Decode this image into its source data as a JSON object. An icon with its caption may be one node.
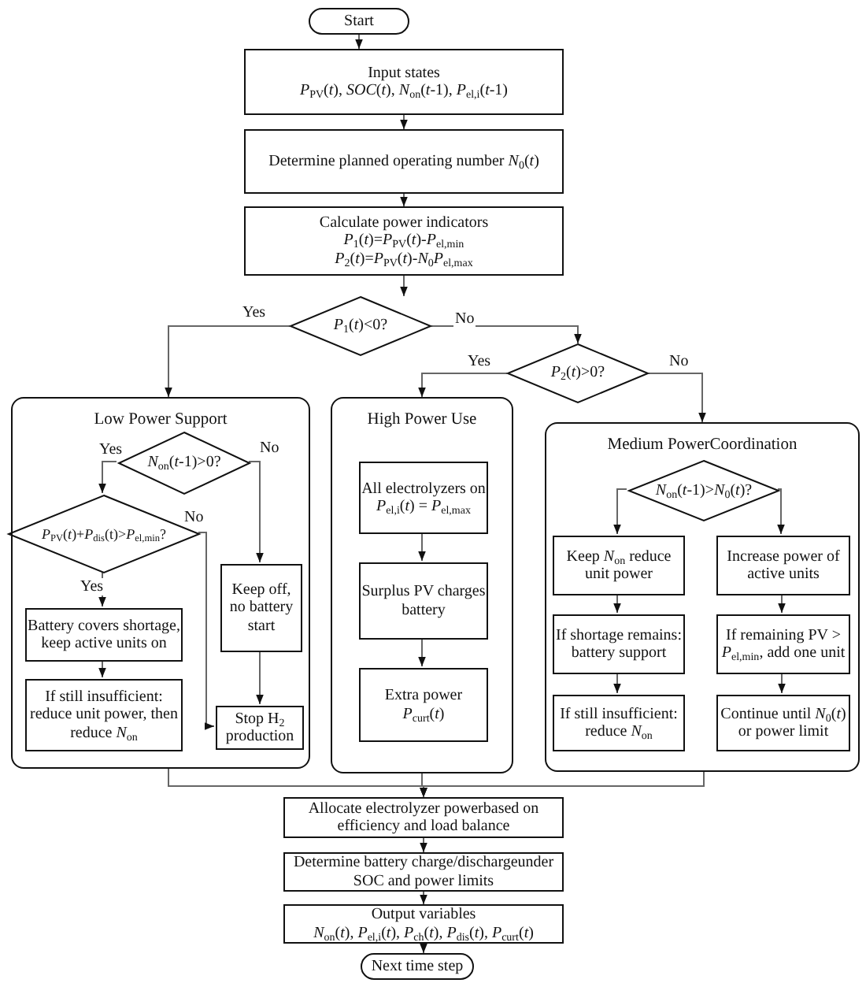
{
  "diagram": {
    "nodes": [
      {
        "text": [
          "Start"
        ]
      },
      {
        "text": [
          "Input states",
          "*P*$_{PV}$(*t*), *SOC*(*t*), *N*$_{on}$(*t*-1), *P*$_{el,i}$(*t*-1)"
        ]
      },
      {
        "text": [
          "Determine planned operating number *N*$_{0}$(*t*)"
        ]
      },
      {
        "text": [
          "Calculate power indicators",
          "*P*$_{1}$(*t*)=*P*$_{PV}$(*t*)-*P*$_{el,min}$",
          "*P*$_{2}$(*t*)=*P*$_{PV}$(*t*)-*N*$_{0}$*P*$_{el,max}$"
        ]
      },
      {
        "text": [
          "*P*$_{1}$(*t*)<0?"
        ]
      },
      {
        "text": [
          "*P*$_{2}$(*t*)>0?"
        ]
      },
      {
        "text": [
          "Low Power Support"
        ]
      },
      {
        "text": [
          "*N*$_{on}$(*t*-1)>0?"
        ],
        "in": 6
      },
      {
        "text": [
          "*P*$_{PV}$(*t*)+*P*$_{dis}$(t)>*P*$_{el,min}$?"
        ],
        "in": 6
      },
      {
        "text": [
          "Keep off, no battery start"
        ],
        "in": 6
      },
      {
        "text": [
          "Battery covers shortage, keep active units on"
        ],
        "in": 6
      },
      {
        "text": [
          "If still insufficient: reduce unit power, then reduce *N*$_{on}$"
        ],
        "in": 6
      },
      {
        "text": [
          "Stop H$_{2}$ production"
        ],
        "in": 6
      },
      {
        "text": [
          "High Power Use"
        ]
      },
      {
        "text": [
          "All electrolyzers on",
          "*P*$_{el,i}$(*t*) = *P*$_{el,max}$"
        ],
        "in": 13
      },
      {
        "text": [
          "Surplus PV charges battery"
        ],
        "in": 13
      },
      {
        "text": [
          "Extra power",
          "*P*$_{curt}$(*t*)"
        ],
        "in": 13
      },
      {
        "text": [
          "Medium PowerCoordination"
        ]
      },
      {
        "text": [
          "*N*$_{on}$(*t*-1)>*N*$_{0}$(*t*)?"
        ],
        "in": 17
      },
      {
        "text": [
          "Keep *N*$_{on}$ reduce unit power"
        ],
        "in": 17
      },
      {
        "text": [
          "Increase power of active units"
        ],
        "in": 17
      },
      {
        "text": [
          "If shortage remains: battery support"
        ],
        "in": 17
      },
      {
        "text": [
          "If remaining PV > *P*$_{el,min}$, add one unit"
        ],
        "in": 17
      },
      {
        "text": [
          "If still insufficient: reduce *N*$_{on}$"
        ],
        "in": 17
      },
      {
        "text": [
          "Continue until *N*$_{0}$(*t*) or power limit"
        ],
        "in": 17
      },
      {
        "text": [
          "Allocate electrolyzer powerbased on efficiency and load balance"
        ]
      },
      {
        "text": [
          "Determine battery charge/dischargeunder SOC and power limits"
        ]
      },
      {
        "text": [
          "Output variables",
          "*N*$_{on}$(*t*), *P*$_{el,i}$(*t*), *P*$_{ch}$(*t*), *P*$_{dis}$(*t*), *P*$_{curt}$(*t*)"
        ]
      },
      {
        "text": [
          "Next time step"
        ]
      }
    ],
    "edges": [
      {
        "from": 0,
        "to": 1,
        "arrow": "to"
      },
      {
        "from": 1,
        "to": 2,
        "arrow": "to"
      },
      {
        "from": 2,
        "to": 3,
        "arrow": "to"
      },
      {
        "from": 3,
        "to": 4,
        "arrow": "to"
      },
      {
        "from": 4,
        "to": 6,
        "arrow": "to",
        "label": "Yes"
      },
      {
        "from": 4,
        "to": 5,
        "arrow": "to",
        "label": "No"
      },
      {
        "from": 5,
        "to": 13,
        "arrow": "to",
        "label": "Yes"
      },
      {
        "from": 5,
        "to": 17,
        "arrow": "to",
        "label": "No"
      },
      {
        "from": 7,
        "to": 8,
        "arrow": "to",
        "label": "Yes"
      },
      {
        "from": 7,
        "to": 9,
        "arrow": "to",
        "label": "No"
      },
      {
        "from": 8,
        "to": 10,
        "arrow": "to",
        "label": "Yes"
      },
      {
        "from": 8,
        "to": 12,
        "arrow": "to",
        "label": "No"
      },
      {
        "from": 9,
        "to": 12,
        "arrow": "to"
      },
      {
        "from": 10,
        "to": 11,
        "arrow": "to"
      },
      {
        "from": 14,
        "to": 15,
        "arrow": "to"
      },
      {
        "from": 15,
        "to": 16,
        "arrow": "to"
      },
      {
        "from": 18,
        "to": 19,
        "arrow": "to"
      },
      {
        "from": 18,
        "to": 20,
        "arrow": "to"
      },
      {
        "from": 19,
        "to": 21,
        "arrow": "to"
      },
      {
        "from": 21,
        "to": 23,
        "arrow": "to"
      },
      {
        "from": 20,
        "to": 22,
        "arrow": "to"
      },
      {
        "from": 22,
        "to": 24,
        "arrow": "to"
      },
      {
        "from": 6,
        "to": 25,
        "arrow": "to"
      },
      {
        "from": 13,
        "to": 25,
        "arrow": "to"
      },
      {
        "from": 17,
        "to": 25,
        "arrow": "to"
      },
      {
        "from": 25,
        "to": 26,
        "arrow": "to"
      },
      {
        "from": 26,
        "to": 27,
        "arrow": "to"
      },
      {
        "from": 27,
        "to": 28,
        "arrow": "to"
      }
    ]
  }
}
